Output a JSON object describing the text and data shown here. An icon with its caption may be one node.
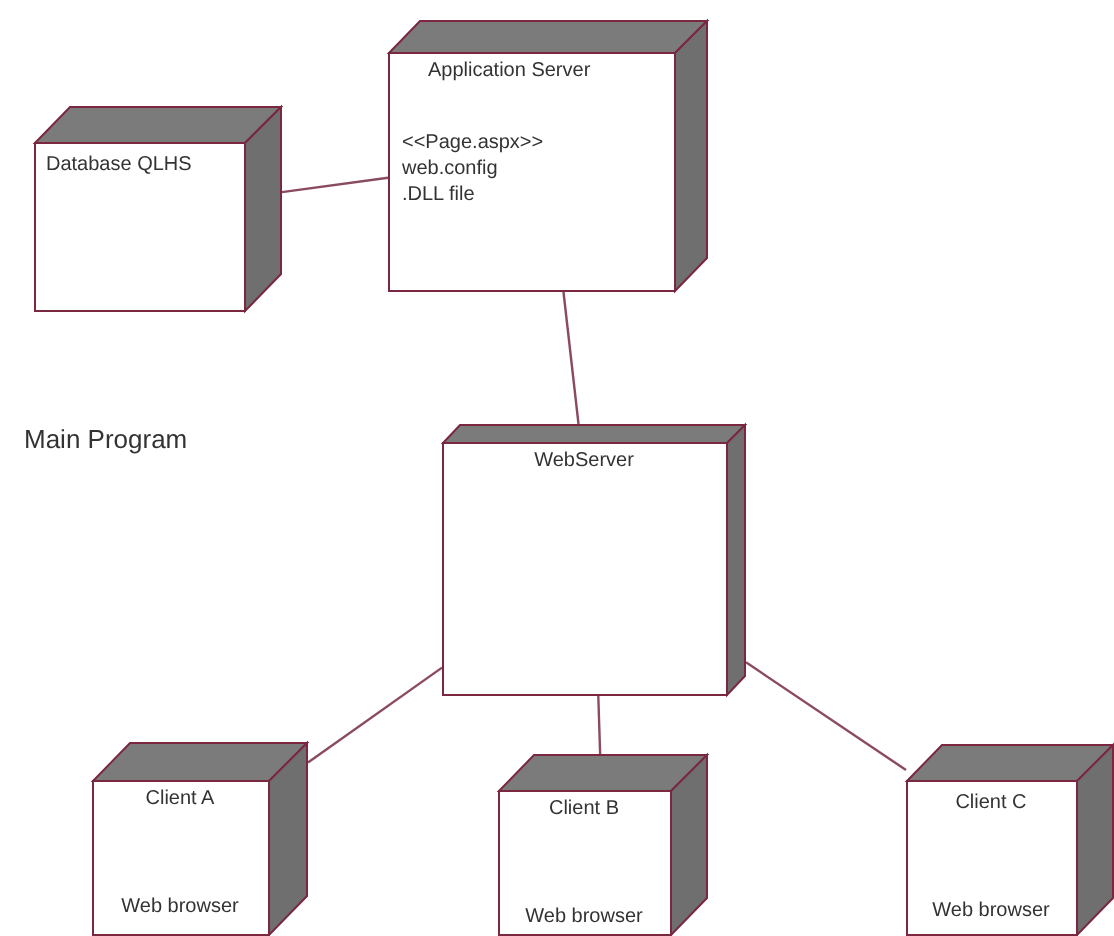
{
  "diagram": {
    "nodes": [
      {
        "text": [
          "Database QLHS"
        ]
      },
      {
        "text": [
          "Application Server",
          "<<Page.aspx>>",
          "web.config",
          ".DLL file"
        ]
      },
      {
        "text": [
          "WebServer"
        ]
      },
      {
        "text": [
          "Client A",
          "Web browser"
        ]
      },
      {
        "text": [
          "Client B",
          "Web browser"
        ]
      },
      {
        "text": [
          "Client C",
          "Web browser"
        ]
      }
    ],
    "edges": [
      {
        "from": 0,
        "to": 1,
        "arrow": "none"
      },
      {
        "from": 1,
        "to": 2,
        "arrow": "none"
      },
      {
        "from": 2,
        "to": 3,
        "arrow": "none"
      },
      {
        "from": 2,
        "to": 4,
        "arrow": "none"
      },
      {
        "from": 2,
        "to": 5,
        "arrow": "none"
      }
    ],
    "labels": [
      "Main Program"
    ]
  }
}
